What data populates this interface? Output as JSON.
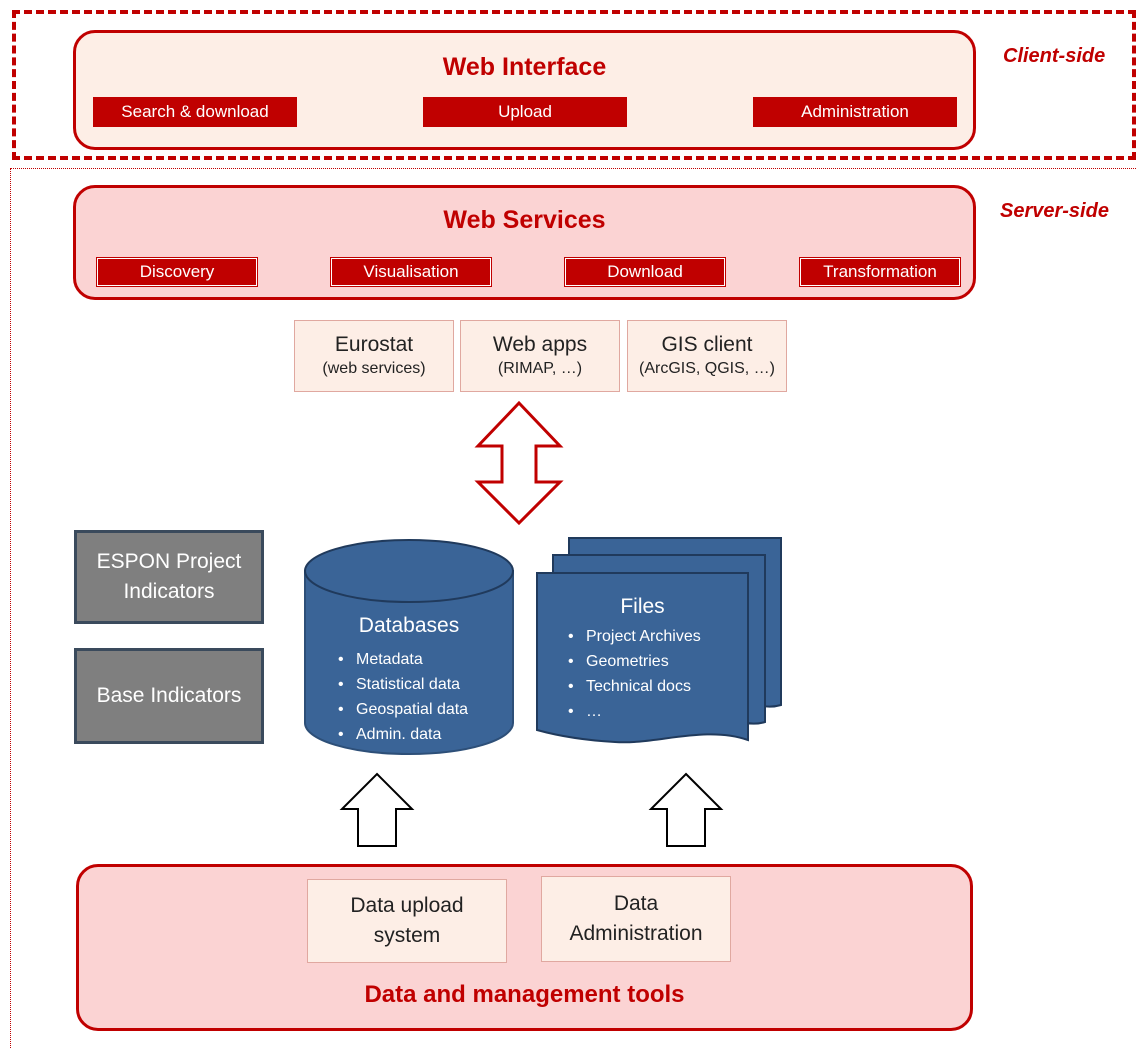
{
  "zones": {
    "client_label": "Client-side",
    "server_label": "Server-side"
  },
  "web_interface": {
    "title": "Web Interface",
    "buttons": [
      "Search & download",
      "Upload",
      "Administration"
    ]
  },
  "web_services": {
    "title": "Web Services",
    "buttons": [
      "Discovery",
      "Visualisation",
      "Download",
      "Transformation"
    ]
  },
  "clients": [
    {
      "title": "Eurostat",
      "subtitle": "(web services)"
    },
    {
      "title": "Web apps",
      "subtitle": "(RIMAP, …)"
    },
    {
      "title": "GIS client",
      "subtitle": "(ArcGIS, QGIS, …)"
    }
  ],
  "indicators": {
    "espon_line1": "ESPON Project",
    "espon_line2": "Indicators",
    "base": "Base Indicators"
  },
  "databases": {
    "title": "Databases",
    "items": [
      "Metadata",
      "Statistical data",
      "Geospatial data",
      "Admin. data"
    ]
  },
  "files": {
    "title": "Files",
    "items": [
      "Project Archives",
      "Geometries",
      "Technical docs",
      "…"
    ]
  },
  "tools": {
    "title": "Data and management tools",
    "upload_line1": "Data upload",
    "upload_line2": "system",
    "admin_line1": "Data",
    "admin_line2": "Administration"
  },
  "colors": {
    "accent_red": "#c00000",
    "panel_light": "#fdeee6",
    "panel_pink": "#fbd3d3",
    "storage_blue": "#3a6497",
    "indicator_gray": "#7f7f7f"
  }
}
